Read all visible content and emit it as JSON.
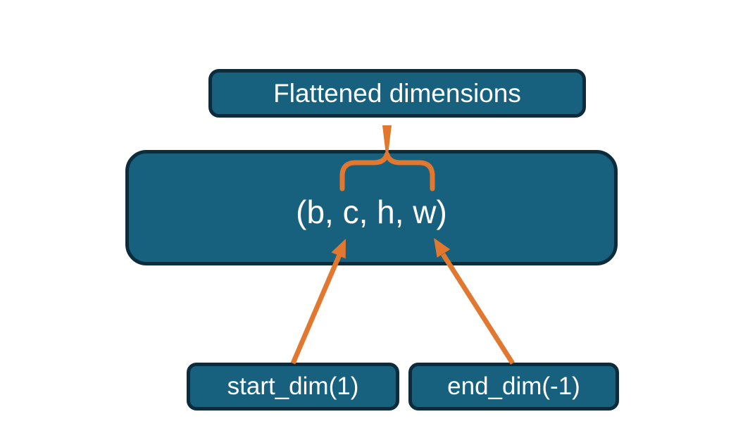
{
  "diagram": {
    "title_box": {
      "label": "Flattened dimensions"
    },
    "tensor_box": {
      "label": "(b, c, h, w)"
    },
    "start_dim_box": {
      "label": "start_dim(1)"
    },
    "end_dim_box": {
      "label": "end_dim(-1)"
    },
    "colors": {
      "background": "#FFFFFF",
      "node_fill": "#17617F",
      "node_border": "#0D2C3B",
      "text": "#FFFFFF",
      "connector": "#E2782F"
    }
  }
}
